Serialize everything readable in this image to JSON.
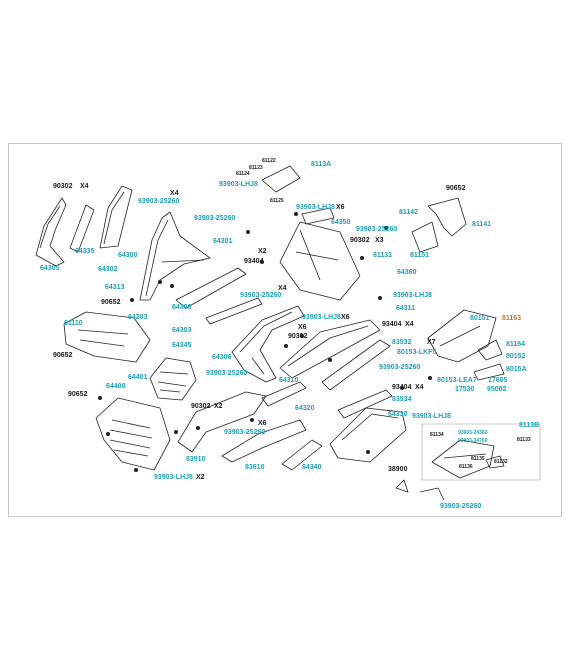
{
  "colors": {
    "label_cyan": "#1f9fb4",
    "label_black": "#1a1a1a",
    "label_orange": "#c87a1a",
    "line": "#222222",
    "frame": "#c8c8c8"
  },
  "labels": {
    "l90302a": "90302",
    "lx4a": "X4",
    "l64335": "64335",
    "l64305": "64305",
    "l64302": "64302",
    "l64300": "64300",
    "lx4b": "X4",
    "l93903a": "93903-25260",
    "l93903lhj8a": "93903-LHJ8",
    "l81122": "81122",
    "l81123": "81123",
    "l81124": "81124",
    "l81125": "81125",
    "l8113A": "8113A",
    "l93903lhj8b": "93903-LHJ8",
    "lx6a": "X6",
    "l93903b": "93903-25260",
    "l64301": "64301",
    "l64350": "64350",
    "l93903c": "93903-25260",
    "l90302b": "90302",
    "lx3": "X3",
    "lx2a": "X2",
    "l93404a": "93404",
    "l81131": "81131",
    "l81151": "81151",
    "l64360": "64360",
    "l90652a": "90652",
    "l81142": "81142",
    "l81141": "81141",
    "l64313": "64313",
    "l90652b": "90652",
    "lx4c": "X4",
    "l93903d": "93903-25260",
    "l93903lhj8c": "93903-LHJ8",
    "l64311": "64311",
    "l64300b": "64300",
    "l64203": "64203",
    "l61110": "61110",
    "l64303": "64303",
    "l93903lhj8d": "93903-LHJ8",
    "lx6b": "X6",
    "l93404b": "93404",
    "lx4d": "X4",
    "l80151": "80151",
    "l81163": "81163",
    "l81164": "81164",
    "l90652c": "90652",
    "l64345": "64345",
    "lx6c": "X6",
    "l90302c": "90302",
    "l83532": "83532",
    "l80153lkf5": "80153-LKF5",
    "lx7": "X7",
    "l80152": "80152",
    "l64306": "64306",
    "l64401": "64401",
    "l93903e": "93903-25260",
    "l93903f": "93903-25260",
    "l8015A": "8015A",
    "l64310": "64310",
    "l80153lea7": "80153-LEA7",
    "l17685": "17685",
    "l64400": "64400",
    "l93404c": "93404",
    "lx4e": "X4",
    "l17530": "17530",
    "l95002": "95002",
    "l90652d": "90652",
    "l83534": "83534",
    "l90302d": "90302",
    "lx2b": "X2",
    "l64320": "64320",
    "l64330": "64330",
    "l93903lhj8e": "93903-LHJ8",
    "l8113B": "8113B",
    "lx6d": "X6",
    "l93903g": "93903-25260",
    "l81134": "81134",
    "l93903s1": "93903-24360",
    "l93903s2": "93903-34760",
    "l81133": "81133",
    "l81135": "81135",
    "l81132": "81132",
    "l81136": "81136",
    "l83610": "83610",
    "l83910": "83910",
    "l64340": "64340",
    "l38900": "38900",
    "l93903lhj8f": "93903-LHJ8",
    "lx2c": "X2",
    "l93903h": "93903-25260"
  }
}
